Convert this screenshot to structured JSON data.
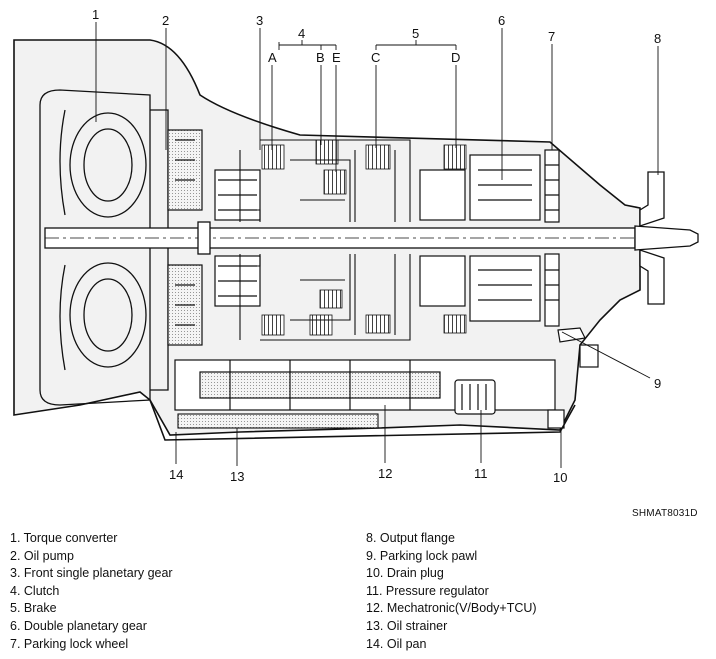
{
  "diagram": {
    "code": "SHMAT8031D",
    "callouts": {
      "c1": "1",
      "c2": "2",
      "c3": "3",
      "c4": "4",
      "c5": "5",
      "c6": "6",
      "c7": "7",
      "c8": "8",
      "c9": "9",
      "c10": "10",
      "c11": "11",
      "c12": "12",
      "c13": "13",
      "c14": "14",
      "sA": "A",
      "sB": "B",
      "sE": "E",
      "sC": "C",
      "sD": "D"
    },
    "legend_left": [
      "1. Torque converter",
      "2. Oil pump",
      "3. Front single planetary gear",
      "4. Clutch",
      "5. Brake",
      "6. Double planetary gear",
      "7. Parking lock wheel"
    ],
    "legend_right": [
      "8. Output flange",
      "9. Parking lock pawl",
      "10. Drain plug",
      "11. Pressure regulator",
      "12. Mechatronic(V/Body+TCU)",
      "13. Oil strainer",
      "14. Oil pan"
    ]
  }
}
